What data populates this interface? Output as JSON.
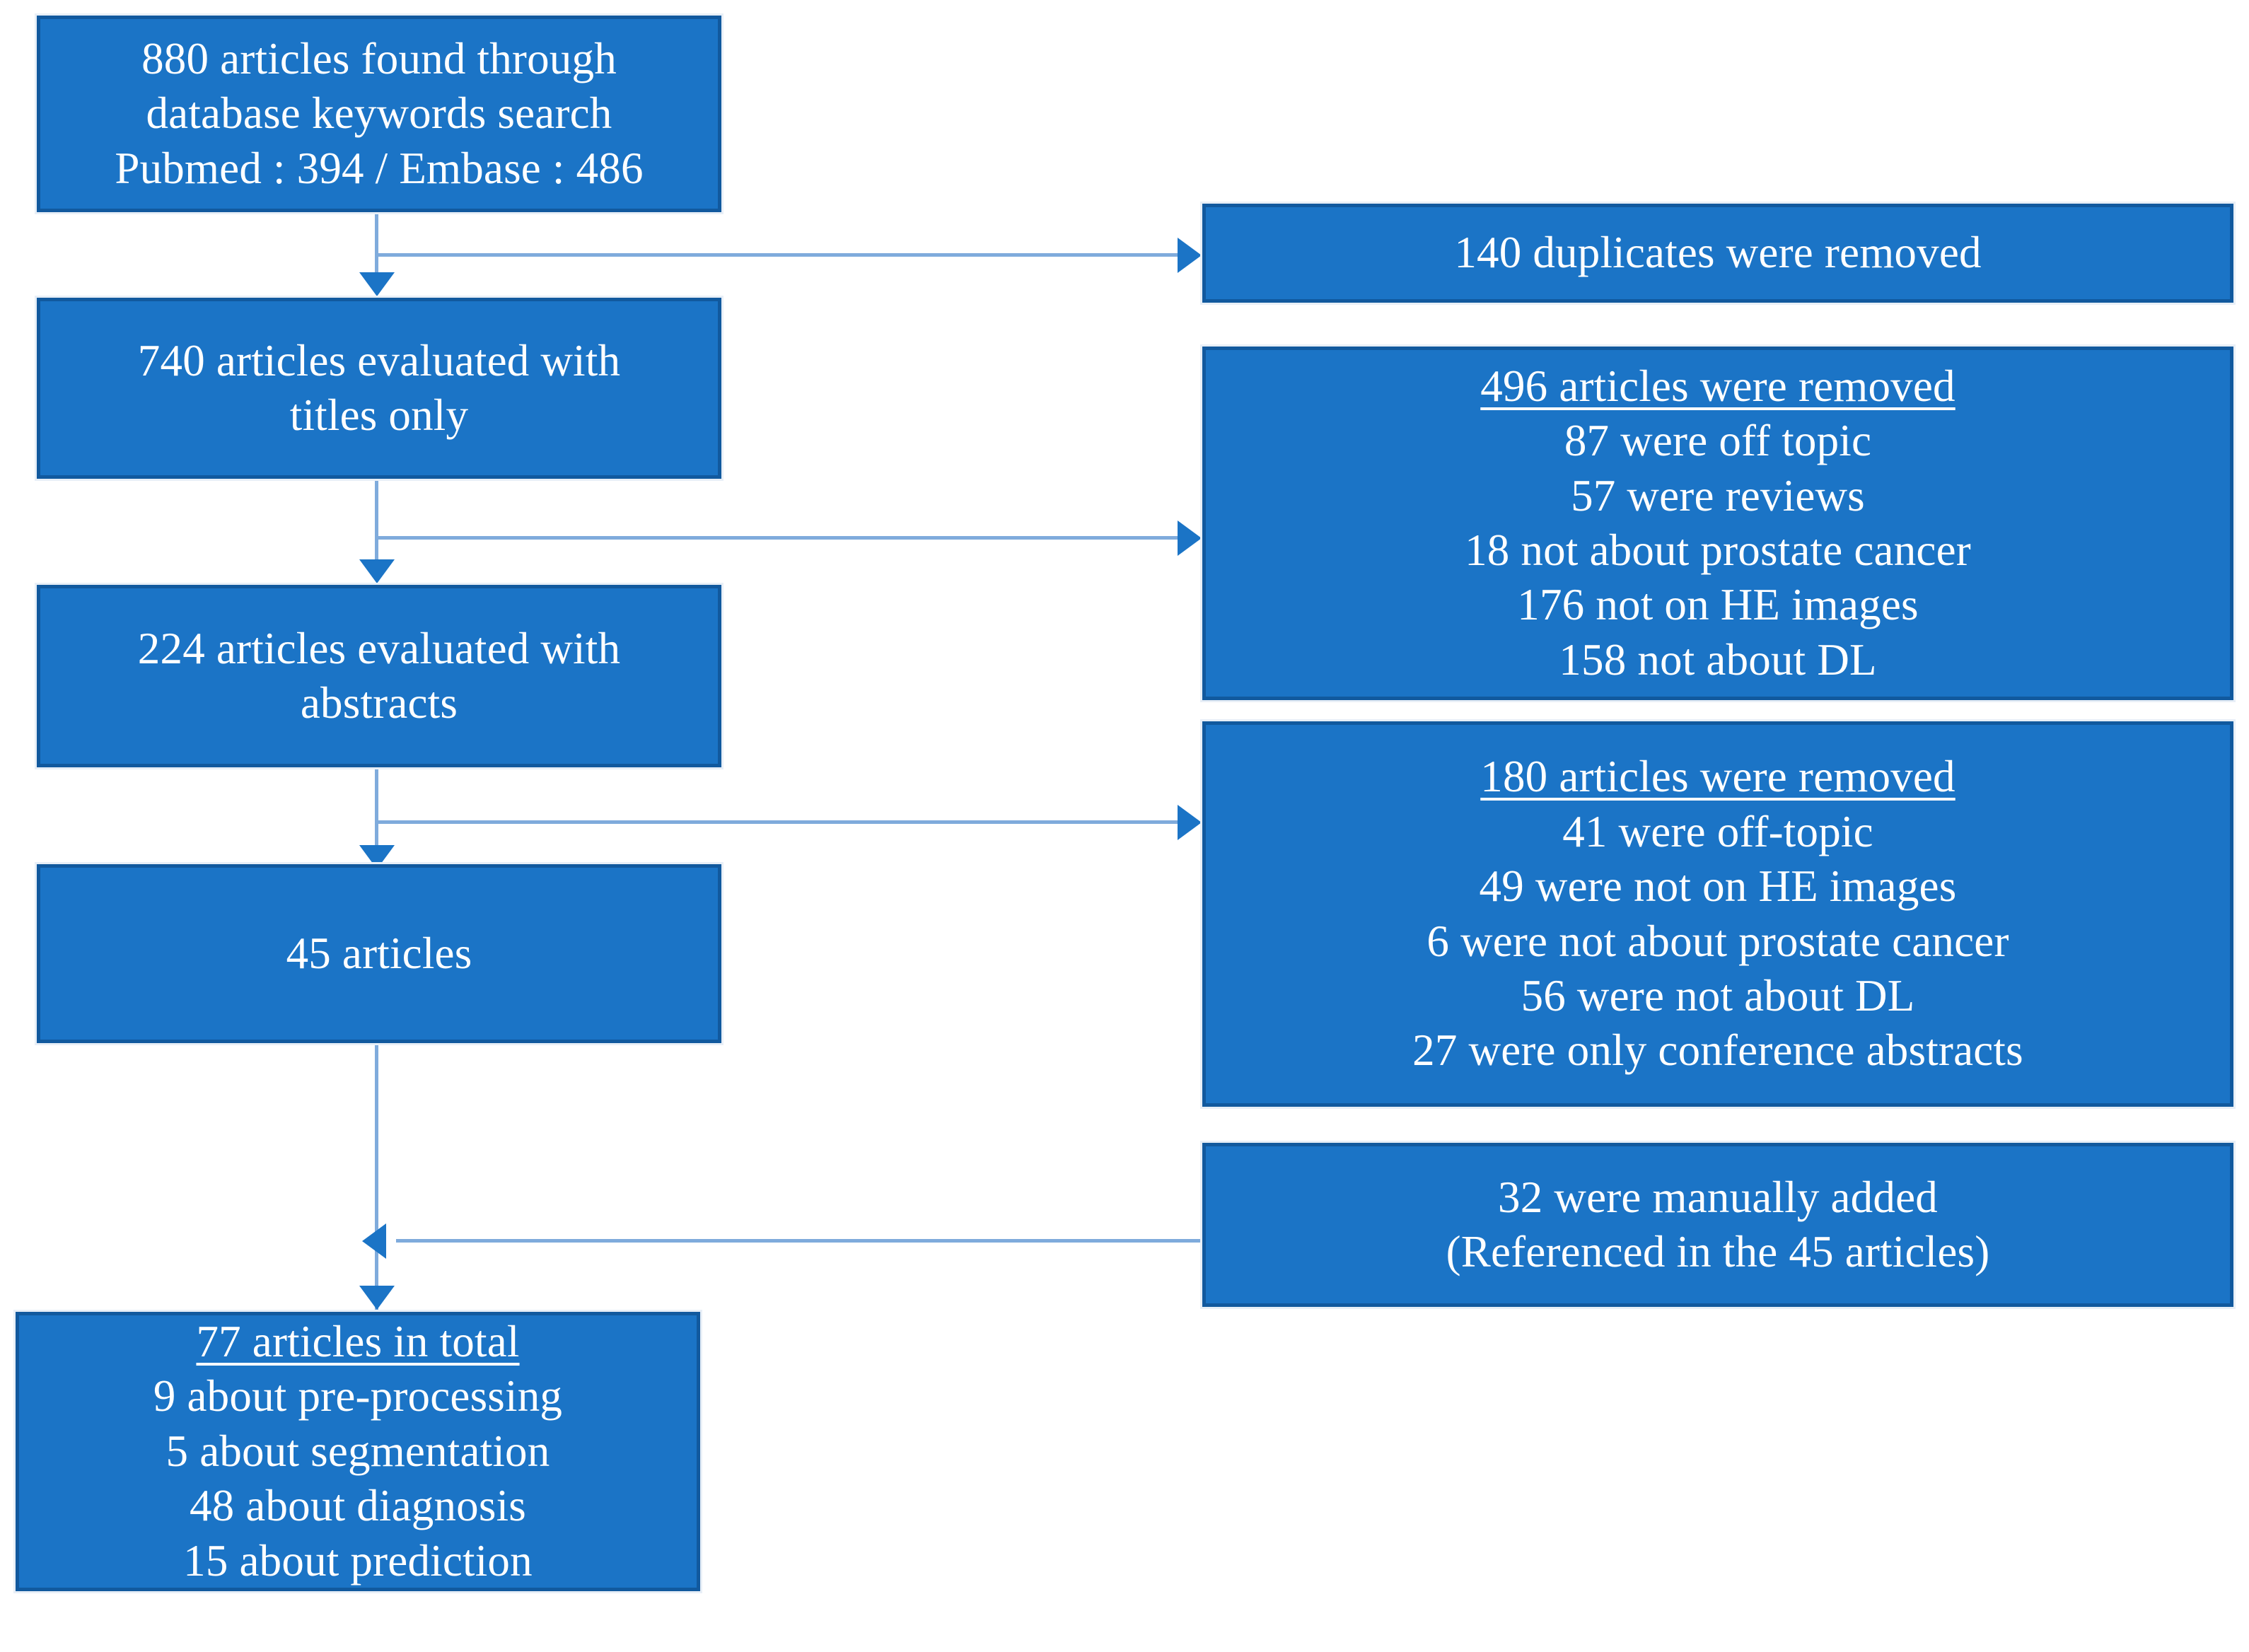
{
  "diagram": {
    "type": "flowchart",
    "title": "Article selection flowchart",
    "colors": {
      "box_fill": "#1B74C6",
      "box_border": "#11599E",
      "connector": "#7FABDC",
      "arrow_head": "#1B74C6",
      "text": "#FFFFFF",
      "background": "#FFFFFF"
    },
    "nodes": {
      "found": {
        "id": "found",
        "lines": [
          "880 articles found through",
          "database keywords search",
          "Pubmed : 394 / Embase : 486"
        ]
      },
      "titles": {
        "id": "titles",
        "lines": [
          "740 articles evaluated with",
          "titles only"
        ]
      },
      "abstracts": {
        "id": "abstracts",
        "lines": [
          "224 articles evaluated with",
          "abstracts"
        ]
      },
      "fortyfive": {
        "id": "fortyfive",
        "lines": [
          "45 articles"
        ]
      },
      "total": {
        "id": "total",
        "header": "77 articles in total",
        "lines": [
          "9 about pre-processing",
          "5 about segmentation",
          "48 about diagnosis",
          "15 about prediction"
        ]
      },
      "duplicates": {
        "id": "duplicates",
        "lines": [
          "140 duplicates were removed"
        ]
      },
      "removed_titles": {
        "id": "removed_titles",
        "header": "496 articles were removed",
        "lines": [
          "87 were off topic",
          "57 were reviews",
          "18 not about prostate cancer",
          "176 not on HE images",
          "158 not about DL"
        ]
      },
      "removed_abstracts": {
        "id": "removed_abstracts",
        "header": "180 articles were removed",
        "lines": [
          "41 were off-topic",
          "49 were not on HE images",
          "6 were not about prostate cancer",
          "56 were not about DL",
          "27 were only conference abstracts"
        ]
      },
      "added": {
        "id": "added",
        "lines": [
          "32 were manually added",
          "(Referenced in the 45 articles)"
        ]
      }
    },
    "edges": [
      {
        "from": "found",
        "to": "titles",
        "direction": "down"
      },
      {
        "from": "found",
        "to": "duplicates",
        "direction": "right"
      },
      {
        "from": "titles",
        "to": "abstracts",
        "direction": "down"
      },
      {
        "from": "titles",
        "to": "removed_titles",
        "direction": "right"
      },
      {
        "from": "abstracts",
        "to": "fortyfive",
        "direction": "down"
      },
      {
        "from": "abstracts",
        "to": "removed_abstracts",
        "direction": "right"
      },
      {
        "from": "fortyfive",
        "to": "total",
        "direction": "down"
      },
      {
        "from": "added",
        "to": "total",
        "direction": "left"
      }
    ]
  }
}
